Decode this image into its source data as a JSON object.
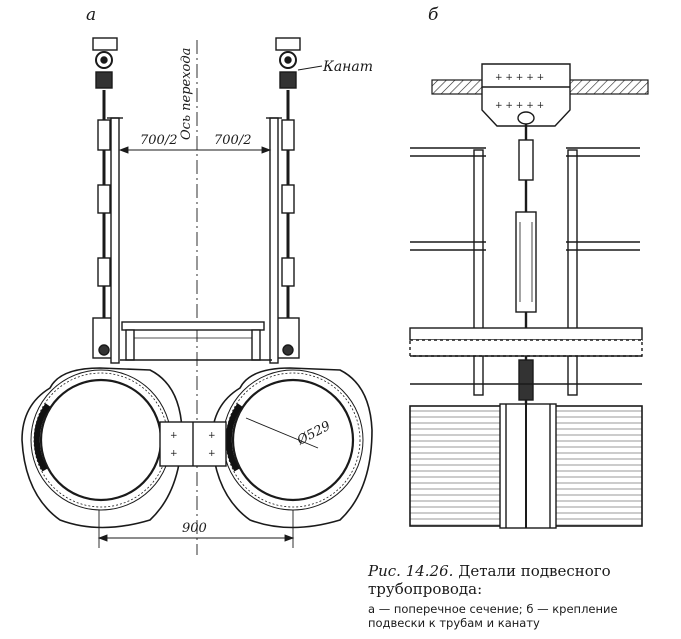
{
  "figure": {
    "panel_a_label": "а",
    "panel_b_label": "б",
    "panel_a": {
      "rope_label": "Канат",
      "axis_label": "Ось перехода",
      "half_width_left": "700/2",
      "half_width_right": "700/2",
      "pipe_diameter": "Ø529",
      "pipe_spacing": "900"
    }
  },
  "caption": {
    "prefix": "Рис. 14.26.",
    "title": "Детали подвесного трубопровода:",
    "legend": "а — поперечное сечение; б — крепление подвески к трубам и канату"
  }
}
